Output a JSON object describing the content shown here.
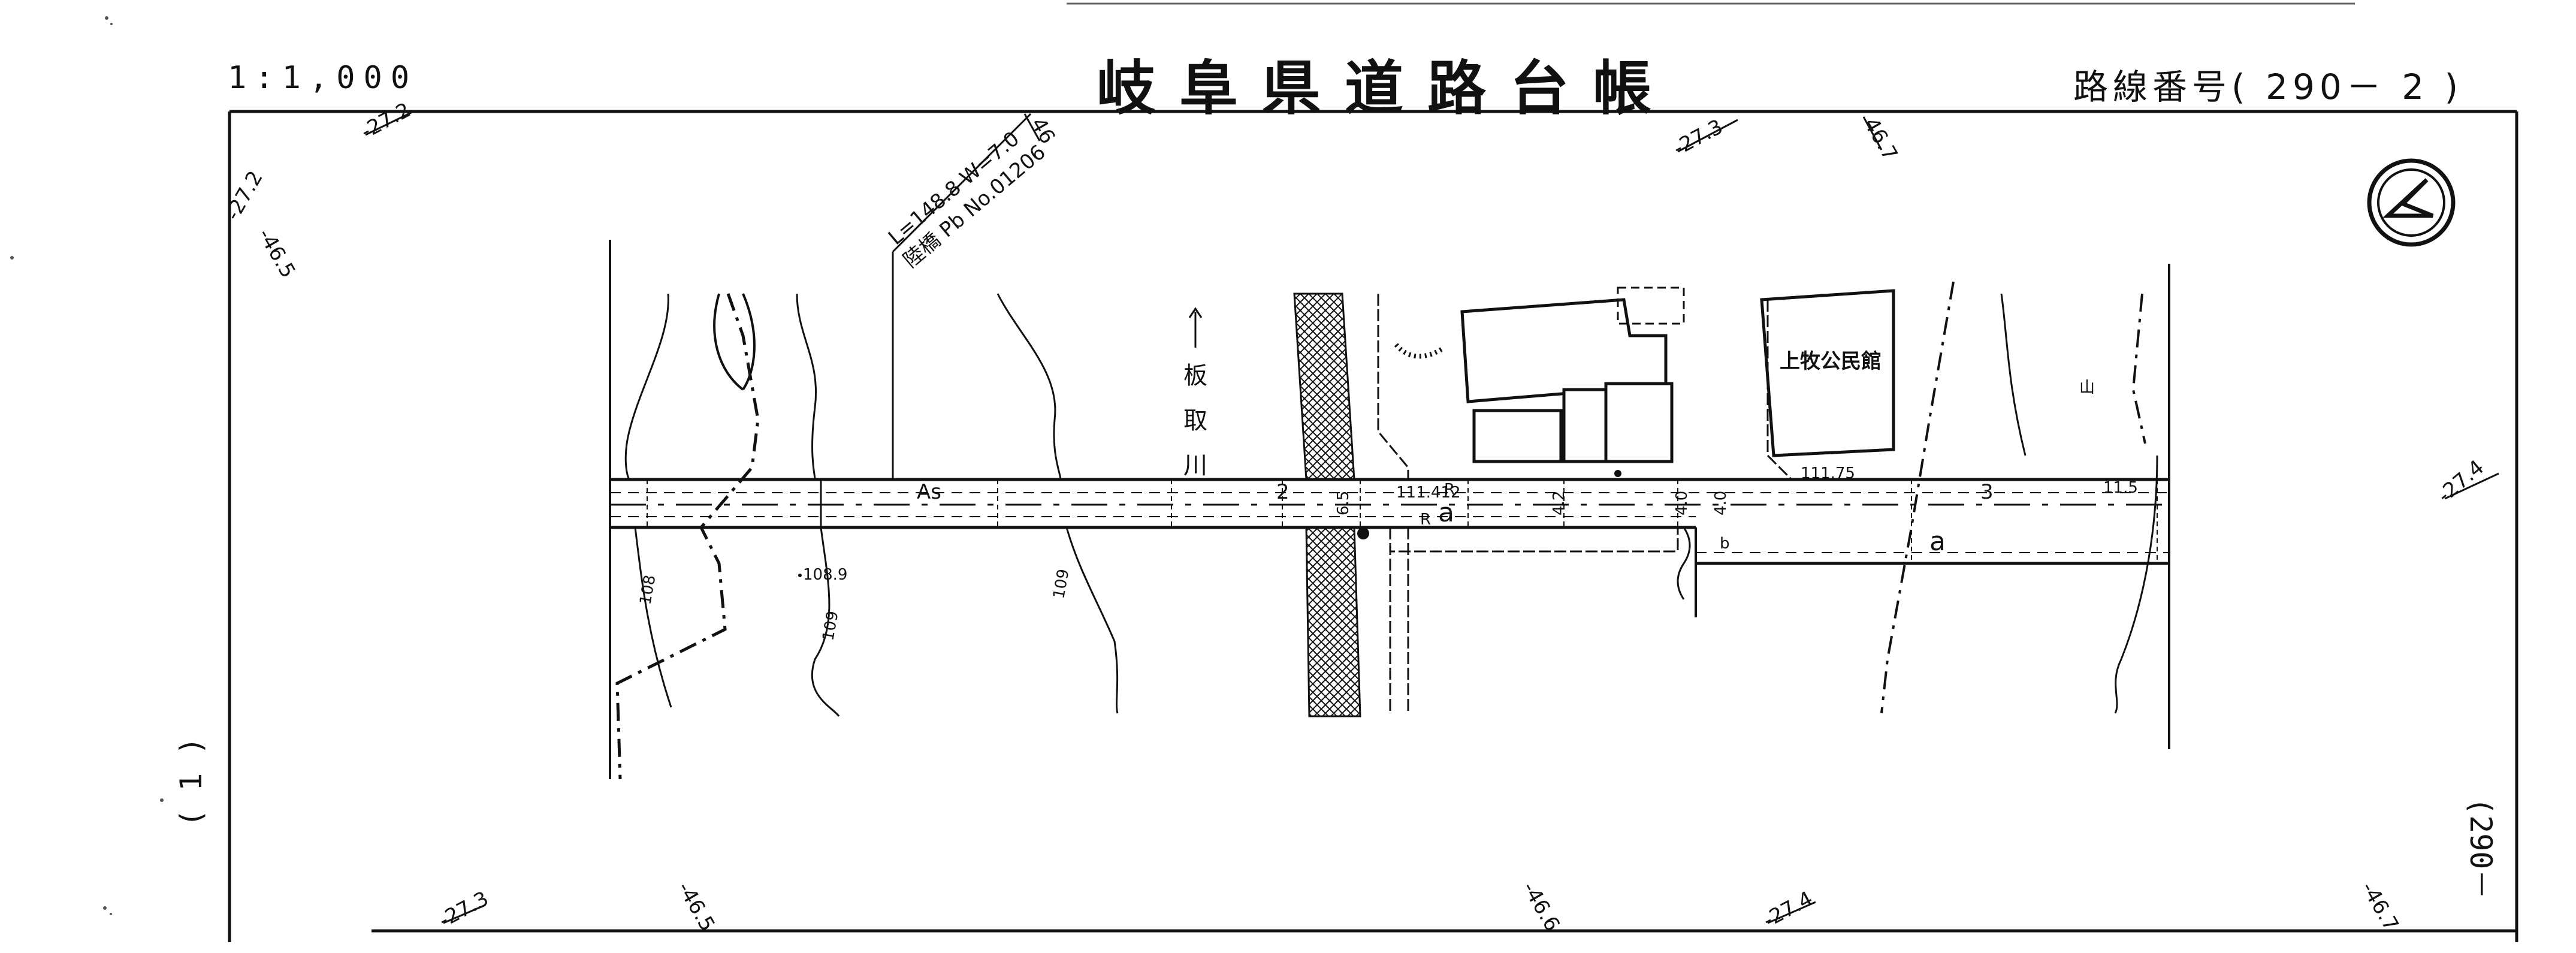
{
  "header": {
    "scale": "1:1,000",
    "title": "岐阜県道路台帳",
    "route_number": "路線番号( 290－ 2 )"
  },
  "side": {
    "left": "( 1 )",
    "right": "(290－"
  },
  "grid_labels": {
    "top_left_1": "-27.2",
    "top_left_2": "-27.2",
    "top_left_3": "-46.5",
    "top_mid_1": "-27.3",
    "top_mid_2": "46.7",
    "top_bridge": "46",
    "right_mid": "-27.4",
    "bottom_1": "-27.3",
    "bottom_2": "-46.5",
    "bottom_3": "-46.6",
    "bottom_4": "-27.4",
    "bottom_5": "-46.7"
  },
  "map": {
    "bridge_info_1": "L=148.8 W=7.0",
    "bridge_info_2": "陸橋 Pb No.01206",
    "river_chars": [
      "板",
      "取",
      "川"
    ],
    "hall_name": "上牧公民館",
    "road_as": "As",
    "elev_1": "111.75",
    "elev_2": "108.9",
    "elev_3": "111.412",
    "contour_1": "108",
    "contour_2": "109",
    "contour_3": "109",
    "sta_2": "2",
    "sta_3": "3",
    "lane_a_1": "a",
    "lane_a_2": "a",
    "r_1": "R",
    "r_2": "R",
    "dim_1": "6.5",
    "dim_2": "4.2",
    "dim_3": "4.0",
    "dim_4": "4.0",
    "dim_5": "11.5",
    "small_b": "b",
    "shrine": "山"
  }
}
